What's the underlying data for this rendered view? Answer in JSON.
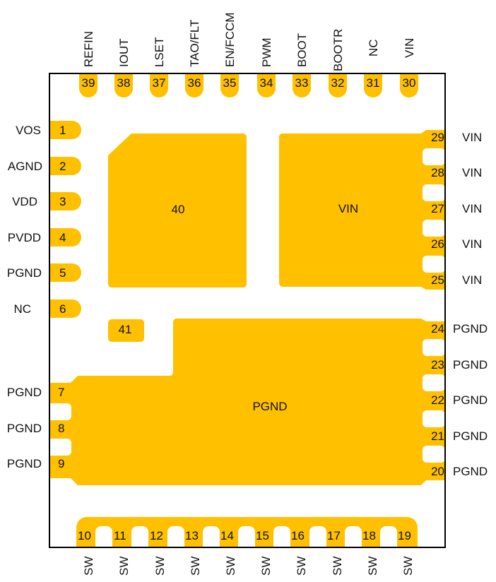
{
  "diagram": {
    "type": "IC package pinout (QFN, top view)",
    "pad_color": "#FFC000",
    "outline_color": "#000000",
    "top_pins": [
      {
        "num": "39",
        "name": "REFIN"
      },
      {
        "num": "38",
        "name": "IOUT"
      },
      {
        "num": "37",
        "name": "LSET"
      },
      {
        "num": "36",
        "name": "TAO/FLT"
      },
      {
        "num": "35",
        "name": "EN/FCCM"
      },
      {
        "num": "34",
        "name": "PWM"
      },
      {
        "num": "33",
        "name": "BOOT"
      },
      {
        "num": "32",
        "name": "BOOTR"
      },
      {
        "num": "31",
        "name": "NC"
      },
      {
        "num": "30",
        "name": "VIN"
      }
    ],
    "left_pins": [
      {
        "num": "1",
        "name": "VOS"
      },
      {
        "num": "2",
        "name": "AGND"
      },
      {
        "num": "3",
        "name": "VDD"
      },
      {
        "num": "4",
        "name": "PVDD"
      },
      {
        "num": "5",
        "name": "PGND"
      },
      {
        "num": "6",
        "name": "NC"
      },
      {
        "num": "7",
        "name": "PGND"
      },
      {
        "num": "8",
        "name": "PGND"
      },
      {
        "num": "9",
        "name": "PGND"
      }
    ],
    "right_pins": [
      {
        "num": "29",
        "name": "VIN"
      },
      {
        "num": "28",
        "name": "VIN"
      },
      {
        "num": "27",
        "name": "VIN"
      },
      {
        "num": "26",
        "name": "VIN"
      },
      {
        "num": "25",
        "name": "VIN"
      },
      {
        "num": "24",
        "name": "PGND"
      },
      {
        "num": "23",
        "name": "PGND"
      },
      {
        "num": "22",
        "name": "PGND"
      },
      {
        "num": "21",
        "name": "PGND"
      },
      {
        "num": "20",
        "name": "PGND"
      }
    ],
    "bottom_pins": [
      {
        "num": "10",
        "name": "SW"
      },
      {
        "num": "11",
        "name": "SW"
      },
      {
        "num": "12",
        "name": "SW"
      },
      {
        "num": "13",
        "name": "SW"
      },
      {
        "num": "14",
        "name": "SW"
      },
      {
        "num": "15",
        "name": "SW"
      },
      {
        "num": "16",
        "name": "SW"
      },
      {
        "num": "17",
        "name": "SW"
      },
      {
        "num": "18",
        "name": "SW"
      },
      {
        "num": "19",
        "name": "SW"
      }
    ],
    "exposed_pads": {
      "pad40": "40",
      "vin_pad": "VIN",
      "pad41": "41",
      "pgnd_pad": "PGND"
    }
  }
}
